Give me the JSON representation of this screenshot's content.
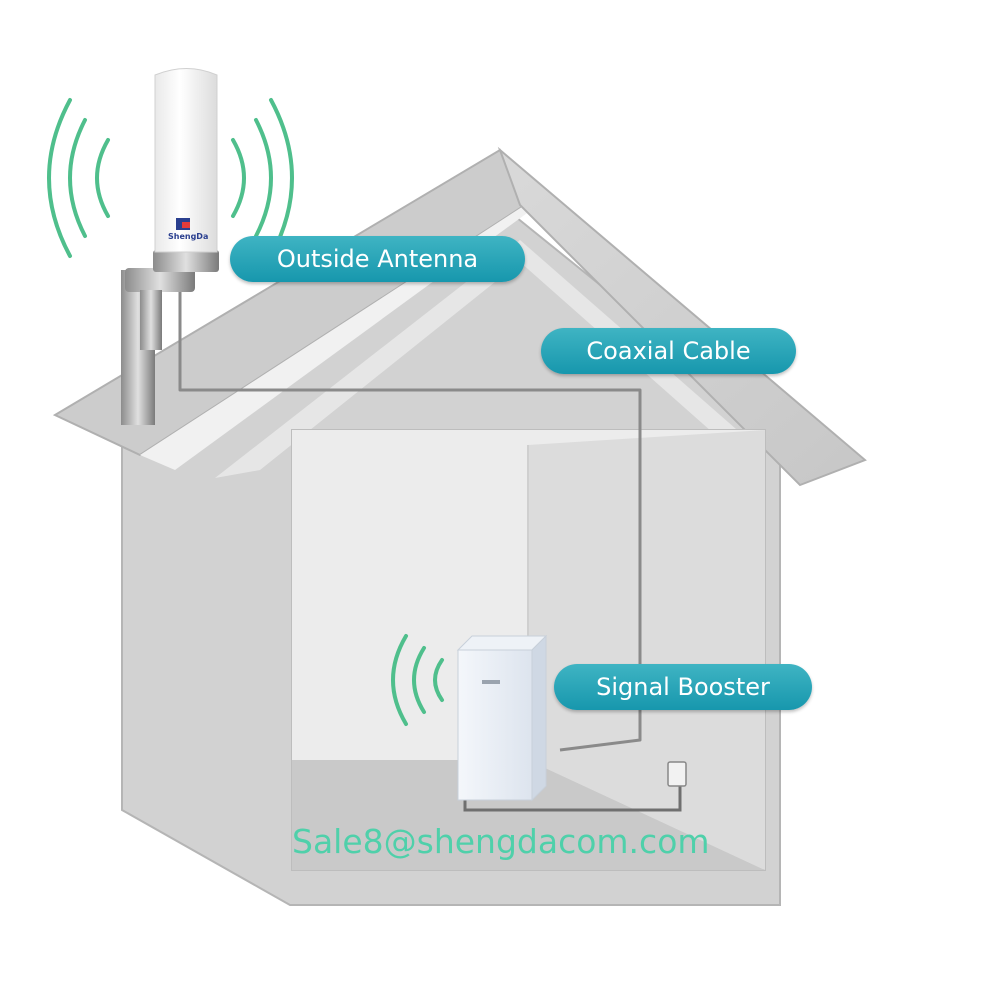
{
  "labels": {
    "outside_antenna": "Outside Antenna",
    "coaxial_cable": "Coaxial Cable",
    "signal_booster": "Signal Booster"
  },
  "contact": {
    "email": "Sale8@shengdacom.com"
  },
  "antenna": {
    "brand": "ShengDa"
  },
  "colors": {
    "label_bg": "#1fa2b6",
    "label_text": "#ffffff",
    "signal_waves": "#4fbf8c",
    "email_text": "#4fd0aa",
    "house_gray": "#cfcfcf",
    "cable": "#8a8a8a"
  },
  "icons": [
    "signal-wave-icon",
    "shengda-logo-icon"
  ]
}
